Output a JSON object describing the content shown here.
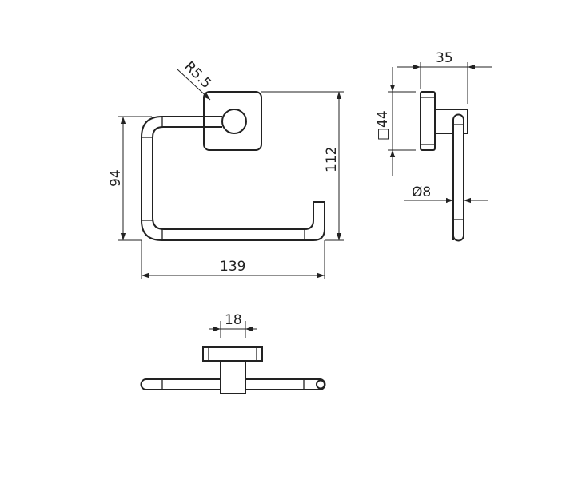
{
  "drawing": {
    "title": "Toilet paper holder dimension drawing",
    "front_view": {
      "radius_label": "R5.5",
      "height_label": "94",
      "total_height_label": "112",
      "width_label": "139"
    },
    "side_view": {
      "depth_label": "35",
      "plate_label": "□44",
      "rod_diameter_label": "Ø8"
    },
    "top_view": {
      "stem_width_label": "18"
    },
    "line_color": "#222222"
  }
}
